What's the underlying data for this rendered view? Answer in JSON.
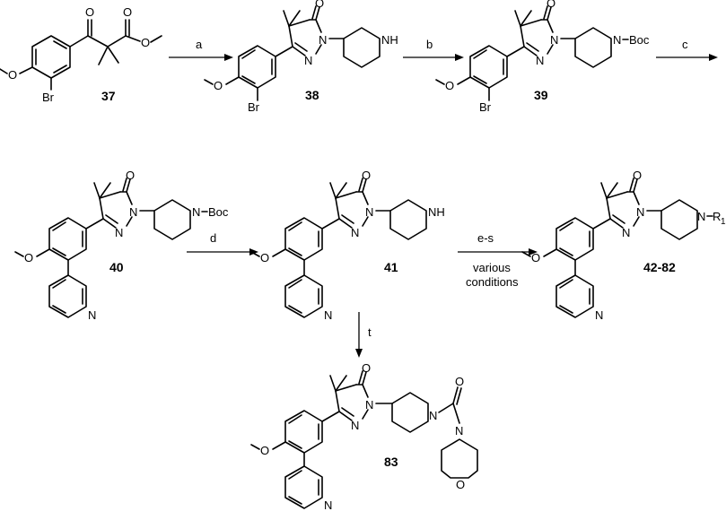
{
  "scheme": {
    "compounds": {
      "c37": "37",
      "c38": "38",
      "c39": "39",
      "c40": "40",
      "c41": "41",
      "c4282": "42-82",
      "c83": "83"
    },
    "steps": {
      "a": "a",
      "b": "b",
      "c": "c",
      "d": "d",
      "es": "e-s",
      "various_1": "various",
      "various_2": "conditions",
      "t": "t"
    },
    "atoms": {
      "O": "O",
      "N": "N",
      "NH": "NH",
      "Br": "Br",
      "Boc": "Boc",
      "R1": "R",
      "R1_sub": "1"
    }
  }
}
